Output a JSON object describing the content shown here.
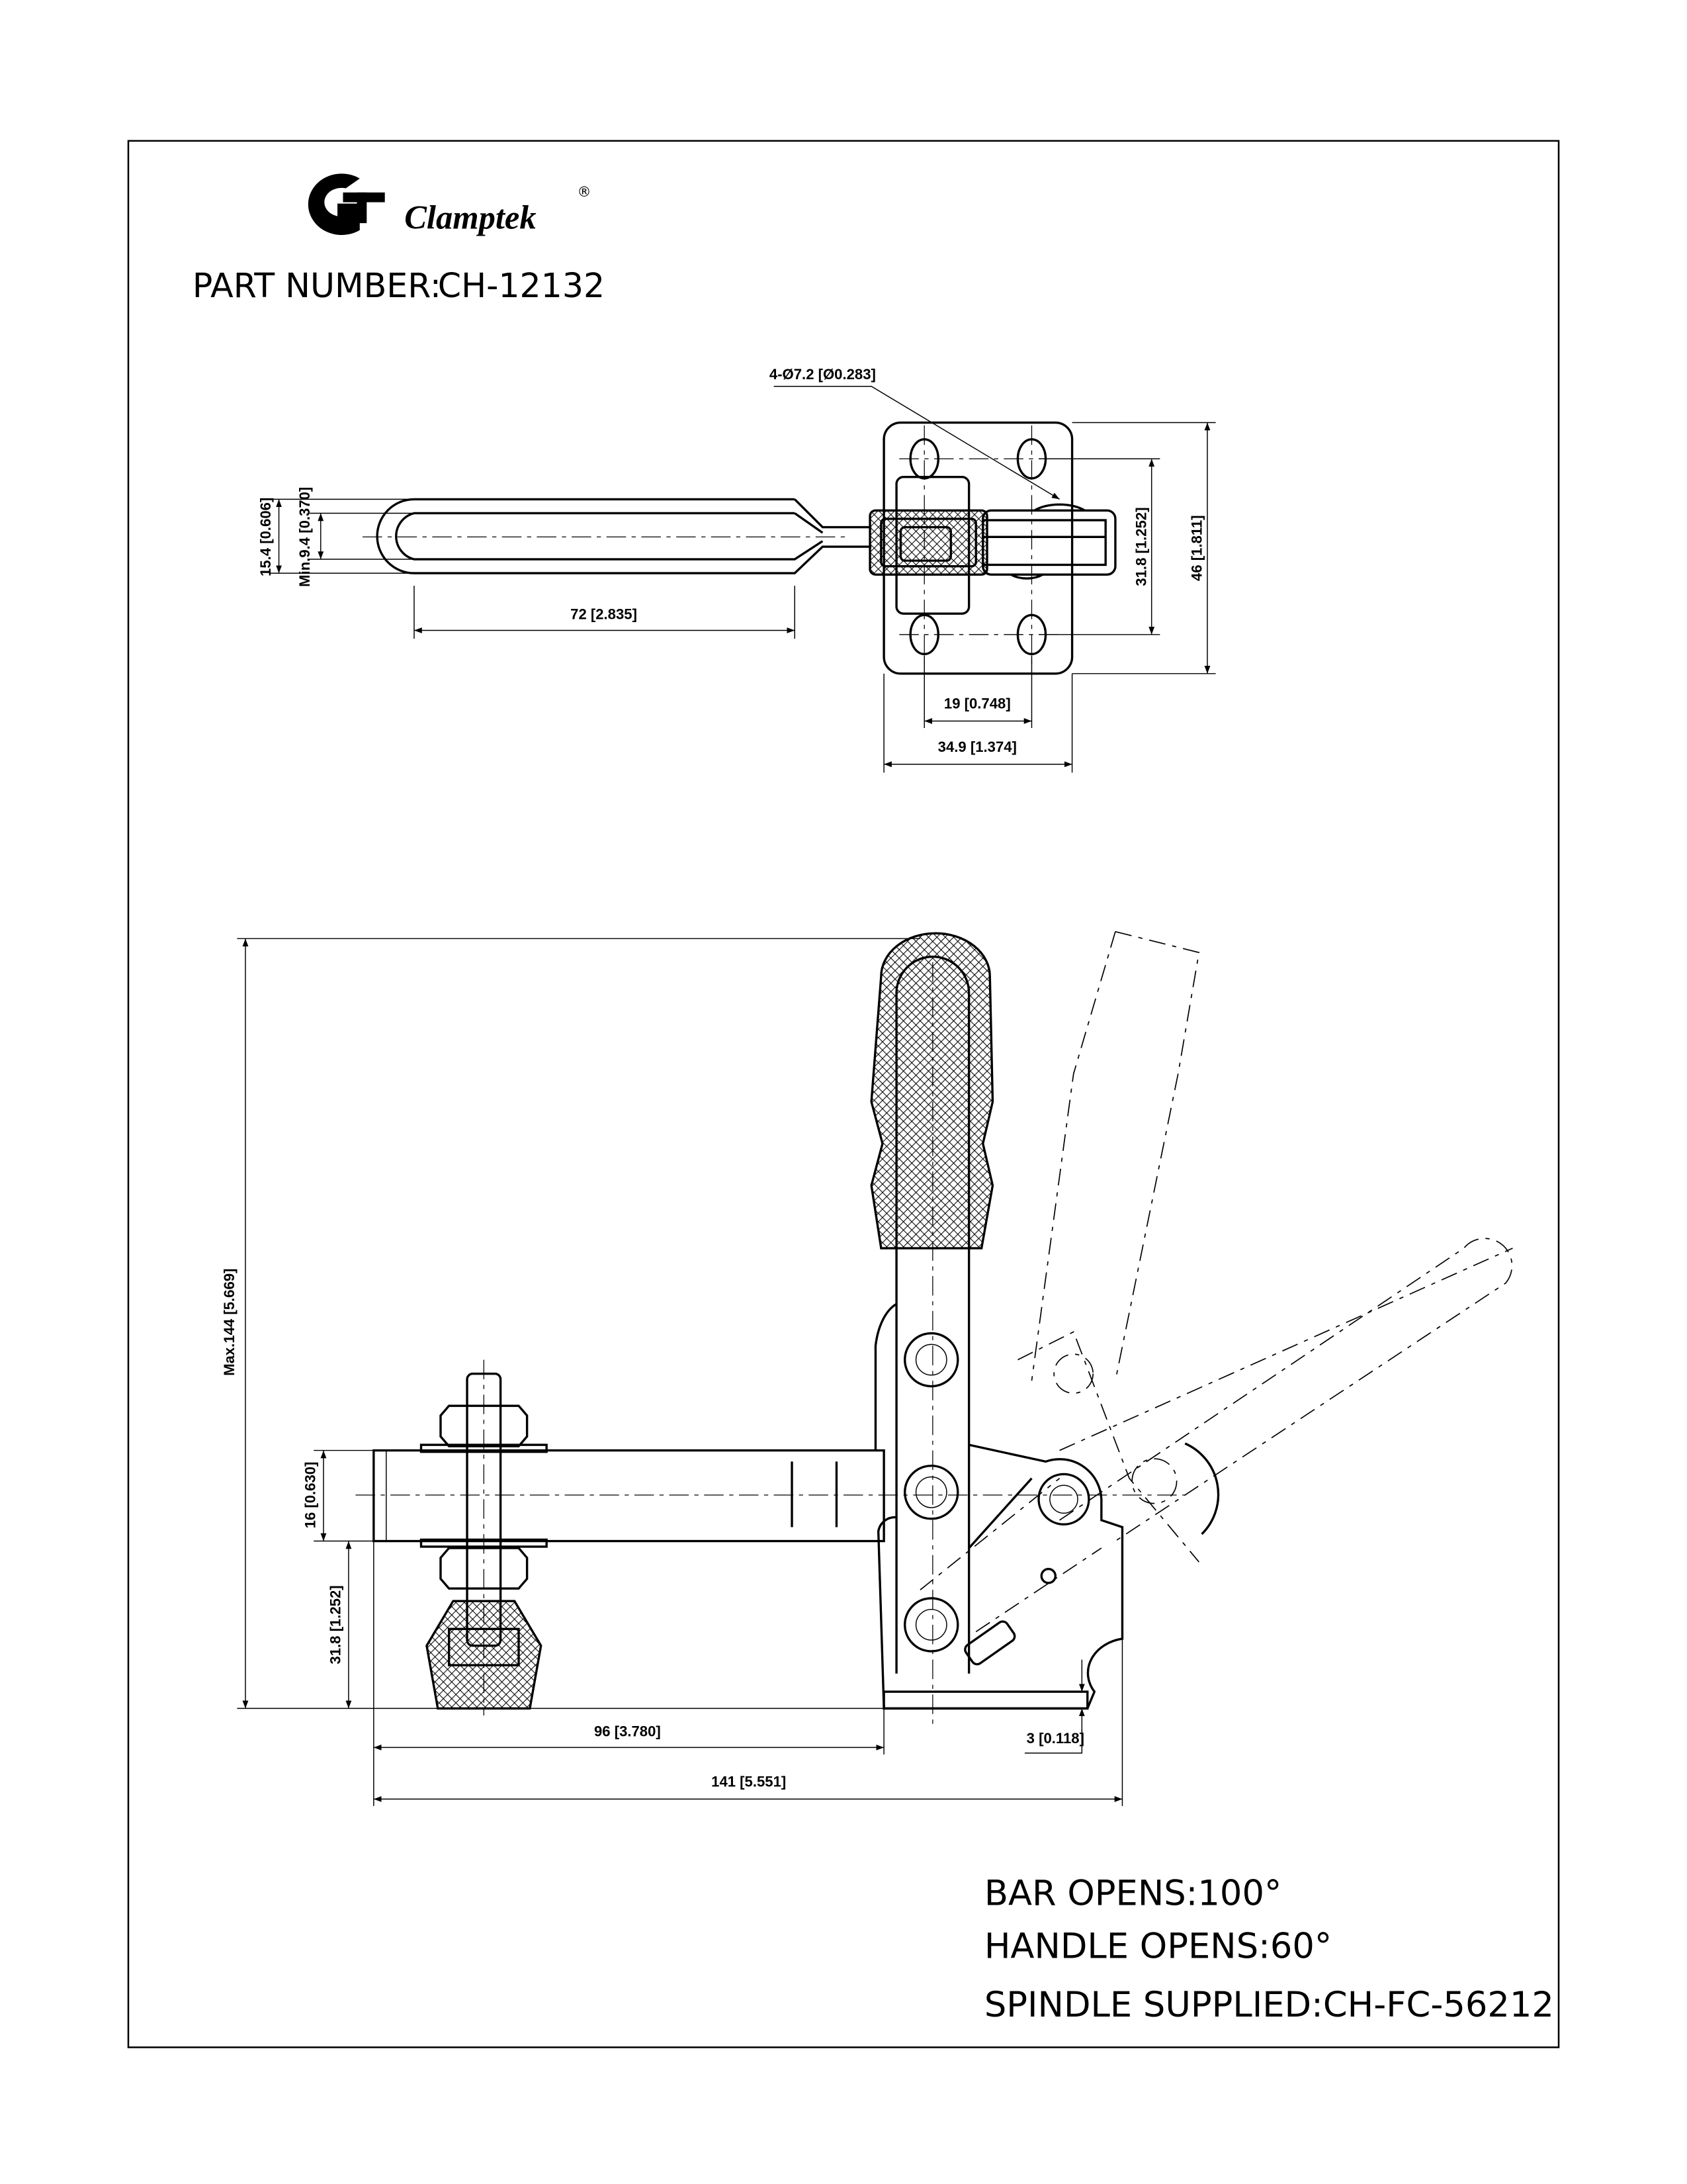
{
  "brand": {
    "name": "Clamptek",
    "registered": "®"
  },
  "header": {
    "part_number_label": "PART NUMBER:",
    "part_number": "CH-12132"
  },
  "top_view": {
    "hole_callout": "4-Ø7.2 [Ø0.283]",
    "handle_width": "15.4 [0.606]",
    "handle_inner": "Min.9.4 [0.370]",
    "handle_length": "72 [2.835]",
    "hole_spacing_v": "31.8 [1.252]",
    "base_height": "46 [1.811]",
    "hole_spacing_h": "19 [0.748]",
    "base_width": "34.9 [1.374]"
  },
  "side_view": {
    "max_height": "Max.144 [5.669]",
    "bar_thickness": "16 [0.630]",
    "bar_height": "31.8 [1.252]",
    "reach": "96 [3.780]",
    "base_offset": "3 [0.118]",
    "overall_length": "141 [5.551]"
  },
  "notes": {
    "bar_opens": "BAR OPENS:100°",
    "handle_opens": "HANDLE OPENS:60°",
    "spindle": "SPINDLE SUPPLIED:CH-FC-56212"
  }
}
